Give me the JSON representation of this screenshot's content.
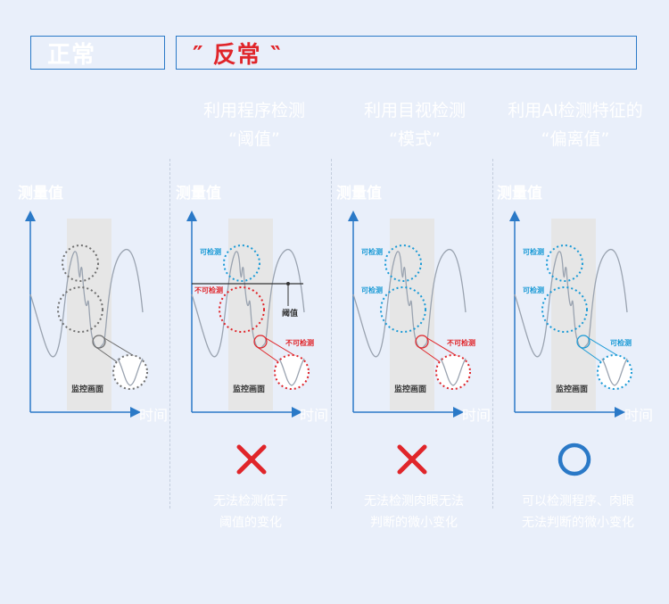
{
  "tabs": {
    "normal": "正常",
    "anomaly": "″ 反常 ‶"
  },
  "columns": [
    {
      "title_line1": "",
      "title_line2": "",
      "caption_line1": "",
      "caption_line2": ""
    },
    {
      "title_line1": "利用程序检测",
      "title_line2": "“阈值”",
      "caption_line1": "无法检测低于",
      "caption_line2": "阈值的变化"
    },
    {
      "title_line1": "利用目视检测",
      "title_line2": "“模式”",
      "caption_line1": "无法检测肉眼无法",
      "caption_line2": "判断的微小变化"
    },
    {
      "title_line1": "利用AI检测特征的",
      "title_line2": "“偏离值”",
      "caption_line1": "可以检测程序、肉眼",
      "caption_line2": "无法判断的微小变化"
    }
  ],
  "axis": {
    "y_label": "测量值",
    "x_label": "时间",
    "monitor_label": "监控画面"
  },
  "panel2": {
    "detectable": "可检测",
    "undetectable_1": "不可检测",
    "undetectable_2": "不可检测",
    "threshold": "阈值"
  },
  "panel3": {
    "detectable_1": "可检测",
    "detectable_2": "可检测",
    "undetectable": "不可检测"
  },
  "panel4": {
    "detectable_1": "可检测",
    "detectable_2": "可检测",
    "detectable_3": "可检测"
  },
  "results": [
    "cross-icon",
    "cross-icon",
    "circle-icon"
  ],
  "colors": {
    "accent_blue": "#2a79c7",
    "red": "#e0252a",
    "detect_blue": "#1a9ad6",
    "background": "#e9effa"
  }
}
